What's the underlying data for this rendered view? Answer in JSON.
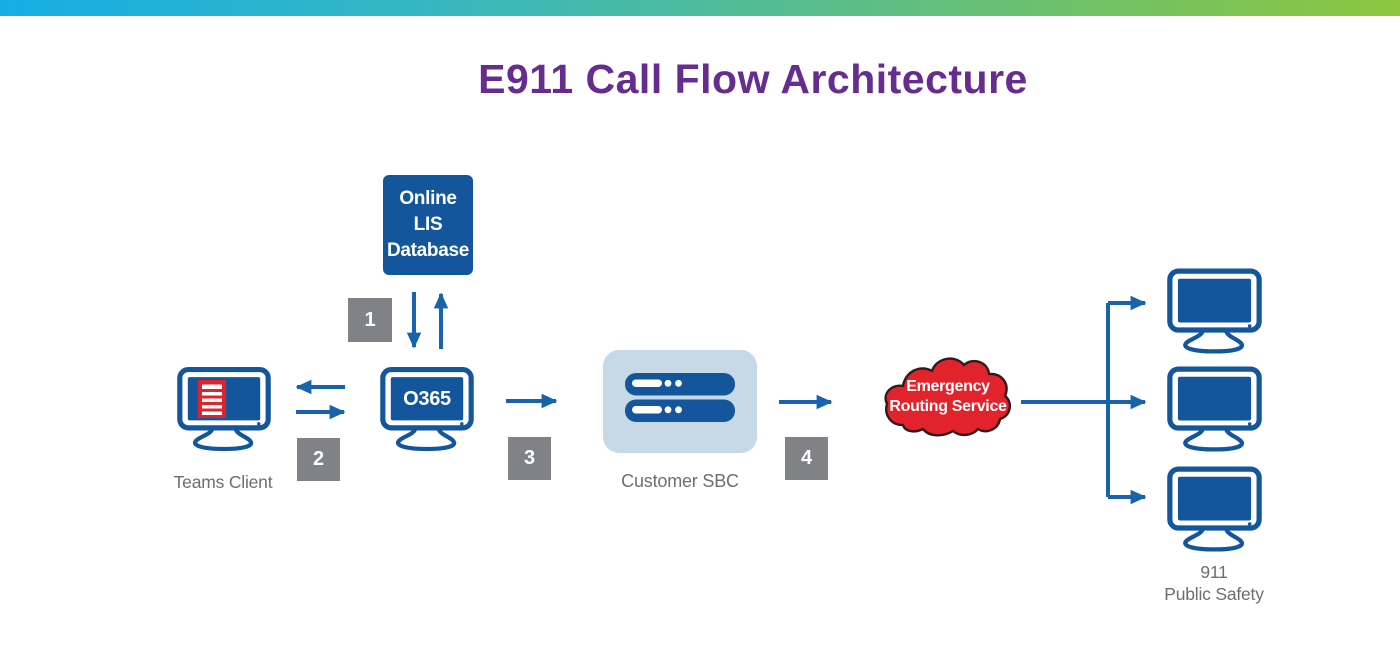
{
  "header": {
    "title": "E911 Call Flow Architecture"
  },
  "nodes": {
    "lis": {
      "lines": [
        "Online",
        "LIS",
        "Database"
      ]
    },
    "teams": {
      "label": "Teams Client"
    },
    "o365": {
      "screen_text": "O365"
    },
    "sbc": {
      "label": "Customer SBC"
    },
    "ers": {
      "lines": [
        "Emergency",
        "Routing Service"
      ]
    },
    "psap": {
      "lines": [
        "911",
        "Public Safety"
      ]
    }
  },
  "badges": [
    "1",
    "2",
    "3",
    "4"
  ],
  "icons": {
    "teams": "monitor-with-document-icon",
    "o365": "monitor-icon",
    "sbc": "server-rack-icon",
    "ers": "cloud-icon",
    "psap": "monitor-icon"
  },
  "colors": {
    "topbar_gradient_start": "#15AEE4",
    "topbar_gradient_end": "#8CC63F",
    "title_purple": "#662C90",
    "primary_blue": "#14569B",
    "arrow_blue": "#1763AC",
    "sbc_panel_blue": "#C7D9E7",
    "badge_gray": "#808285",
    "label_gray": "#6D6E71",
    "alert_red": "#E2232B"
  }
}
